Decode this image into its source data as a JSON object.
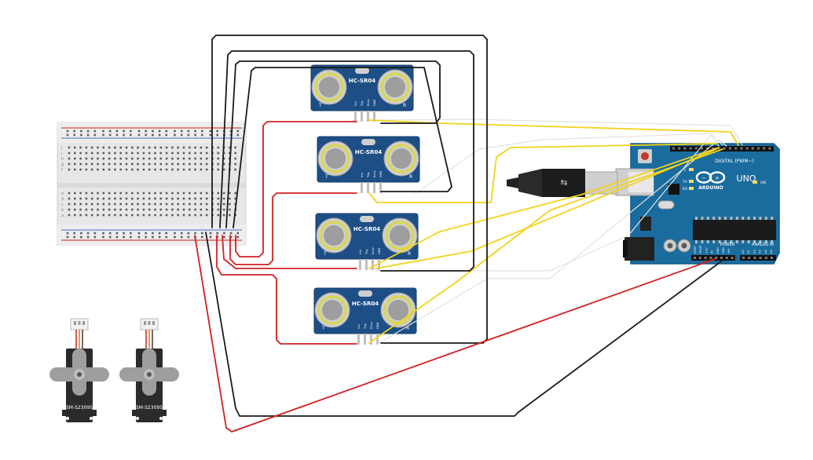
{
  "colors": {
    "background": "#ffffff",
    "wire_black": "#1a1a1a",
    "wire_red": "#d42020",
    "wire_yellow": "#f2d21b",
    "wire_white": "#e4e4e4",
    "board_blue": "#1a6c9e",
    "sensor_blue": "#1d4f86",
    "transducer_ring": "#d8d84a",
    "breadboard": "#e9e9e9",
    "servo_body": "#2b2b2b",
    "servo_horn": "#9e9e9e"
  },
  "sensors": [
    {
      "label": "HC-SR04",
      "pins": [
        "Vcc",
        "Trig",
        "Echo",
        "GND"
      ],
      "corner_left": "T",
      "corner_right": "R"
    },
    {
      "label": "HC-SR04",
      "pins": [
        "Vcc",
        "Trig",
        "Echo",
        "GND"
      ],
      "corner_left": "T",
      "corner_right": "R"
    },
    {
      "label": "HC-SR04",
      "pins": [
        "Vcc",
        "Trig",
        "Echo",
        "GND"
      ],
      "corner_left": "T",
      "corner_right": "R"
    },
    {
      "label": "HC-SR04",
      "pins": [
        "Vcc",
        "Trig",
        "Echo",
        "GND"
      ],
      "corner_left": "T",
      "corner_right": "R"
    }
  ],
  "arduino": {
    "brand": "ARDUINO",
    "model": "UNO",
    "digital_label": "DIGITAL (PWM~)",
    "power_label": "POWER",
    "analog_label": "ANALOG IN",
    "on_label": "ON",
    "tx_label": "TX",
    "rx_label": "RX",
    "l_label": "L",
    "power_pins": [
      "IOREF",
      "RESET",
      "3.3V",
      "5V",
      "GND",
      "GND",
      "VIN"
    ],
    "analog_pins": [
      "A0",
      "A1",
      "A2",
      "A3",
      "A4",
      "A5"
    ]
  },
  "servos": [
    {
      "label": "SM-S2309S"
    },
    {
      "label": "SM-S2309S"
    }
  ],
  "breadboard": {
    "row_letters_top": [
      "j",
      "i",
      "h",
      "g",
      "f"
    ],
    "row_letters_bottom": [
      "e",
      "d",
      "c",
      "b",
      "a"
    ],
    "column_count": 30
  }
}
